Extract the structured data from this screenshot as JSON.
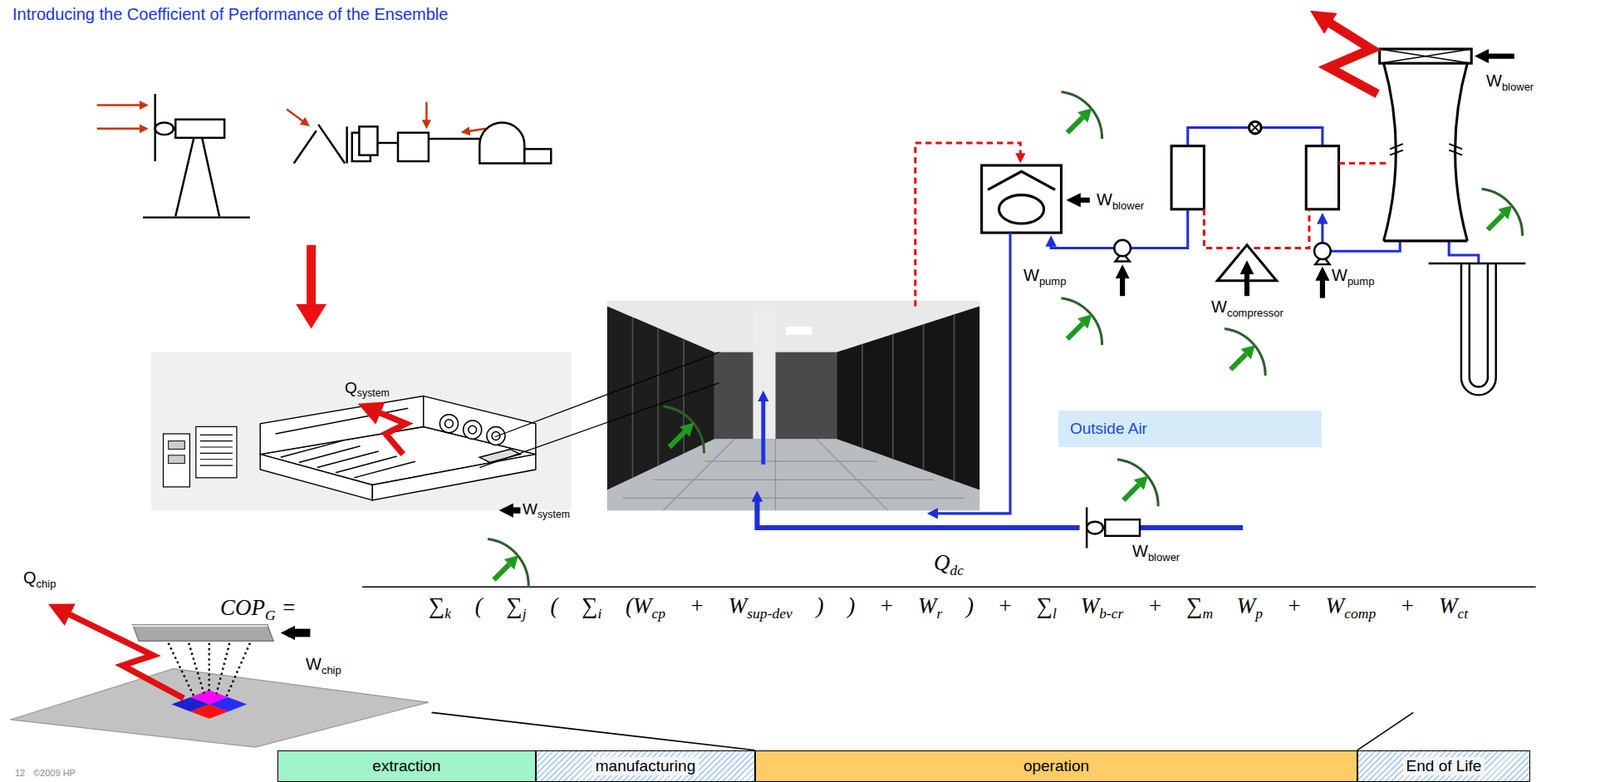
{
  "diagram": {
    "title": "Introducing the Coefficient of Performance of the Ensemble",
    "nodes": [
      {
        "text": [
          "Outside Air"
        ]
      },
      {
        "text": [
          "extraction"
        ]
      },
      {
        "text": [
          "manufacturing"
        ]
      },
      {
        "text": [
          "operation"
        ]
      },
      {
        "text": [
          "End of Life"
        ]
      }
    ],
    "labels": [
      "Qsystem",
      "Wsystem",
      "Qchip",
      "Wchip",
      "Wblower",
      "Wblower",
      "Wpump",
      "Wcompressor",
      "Wpump",
      "Wblower",
      "COPG =",
      "Qdc",
      "∑k ( ∑j ( ∑i (Wcp + Wsup-dev ) ) + Wr ) + ∑l Wb-cr + ∑m Wp + Wcomp + Wct",
      "12",
      "©2009 HP"
    ]
  }
}
